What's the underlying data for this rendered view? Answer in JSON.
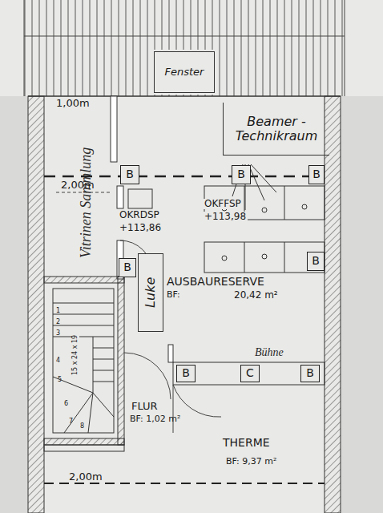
{
  "diagram": {
    "nodes": [
      {
        "text": [
          "Fenster"
        ]
      },
      {
        "text": [
          "Beamer -Technikraum"
        ]
      },
      {
        "text": [
          "B"
        ]
      },
      {
        "text": [
          "B"
        ]
      },
      {
        "text": [
          "B"
        ]
      },
      {
        "text": [
          "B"
        ]
      },
      {
        "text": [
          "B"
        ]
      },
      {
        "text": [
          "Luke"
        ]
      },
      {
        "text": [
          "B"
        ]
      },
      {
        "text": [
          "C"
        ]
      },
      {
        "text": [
          "B"
        ]
      }
    ],
    "labels": [
      "1,00m",
      "2,00m",
      "Vitrinen Sammlung",
      "OKRDSP",
      "+113,86",
      "OKFFSP",
      "+113,98",
      "AUSBAURESERVE",
      "BF:",
      "20,42 m²",
      "Bühne",
      "15 x 24 x 19",
      "FLUR",
      "BF: 1,02 m²",
      "THERME",
      "BF: 9,37 m²",
      "2,00m",
      "1",
      "2",
      "3",
      "4",
      "5",
      "6",
      "7",
      "8"
    ]
  }
}
